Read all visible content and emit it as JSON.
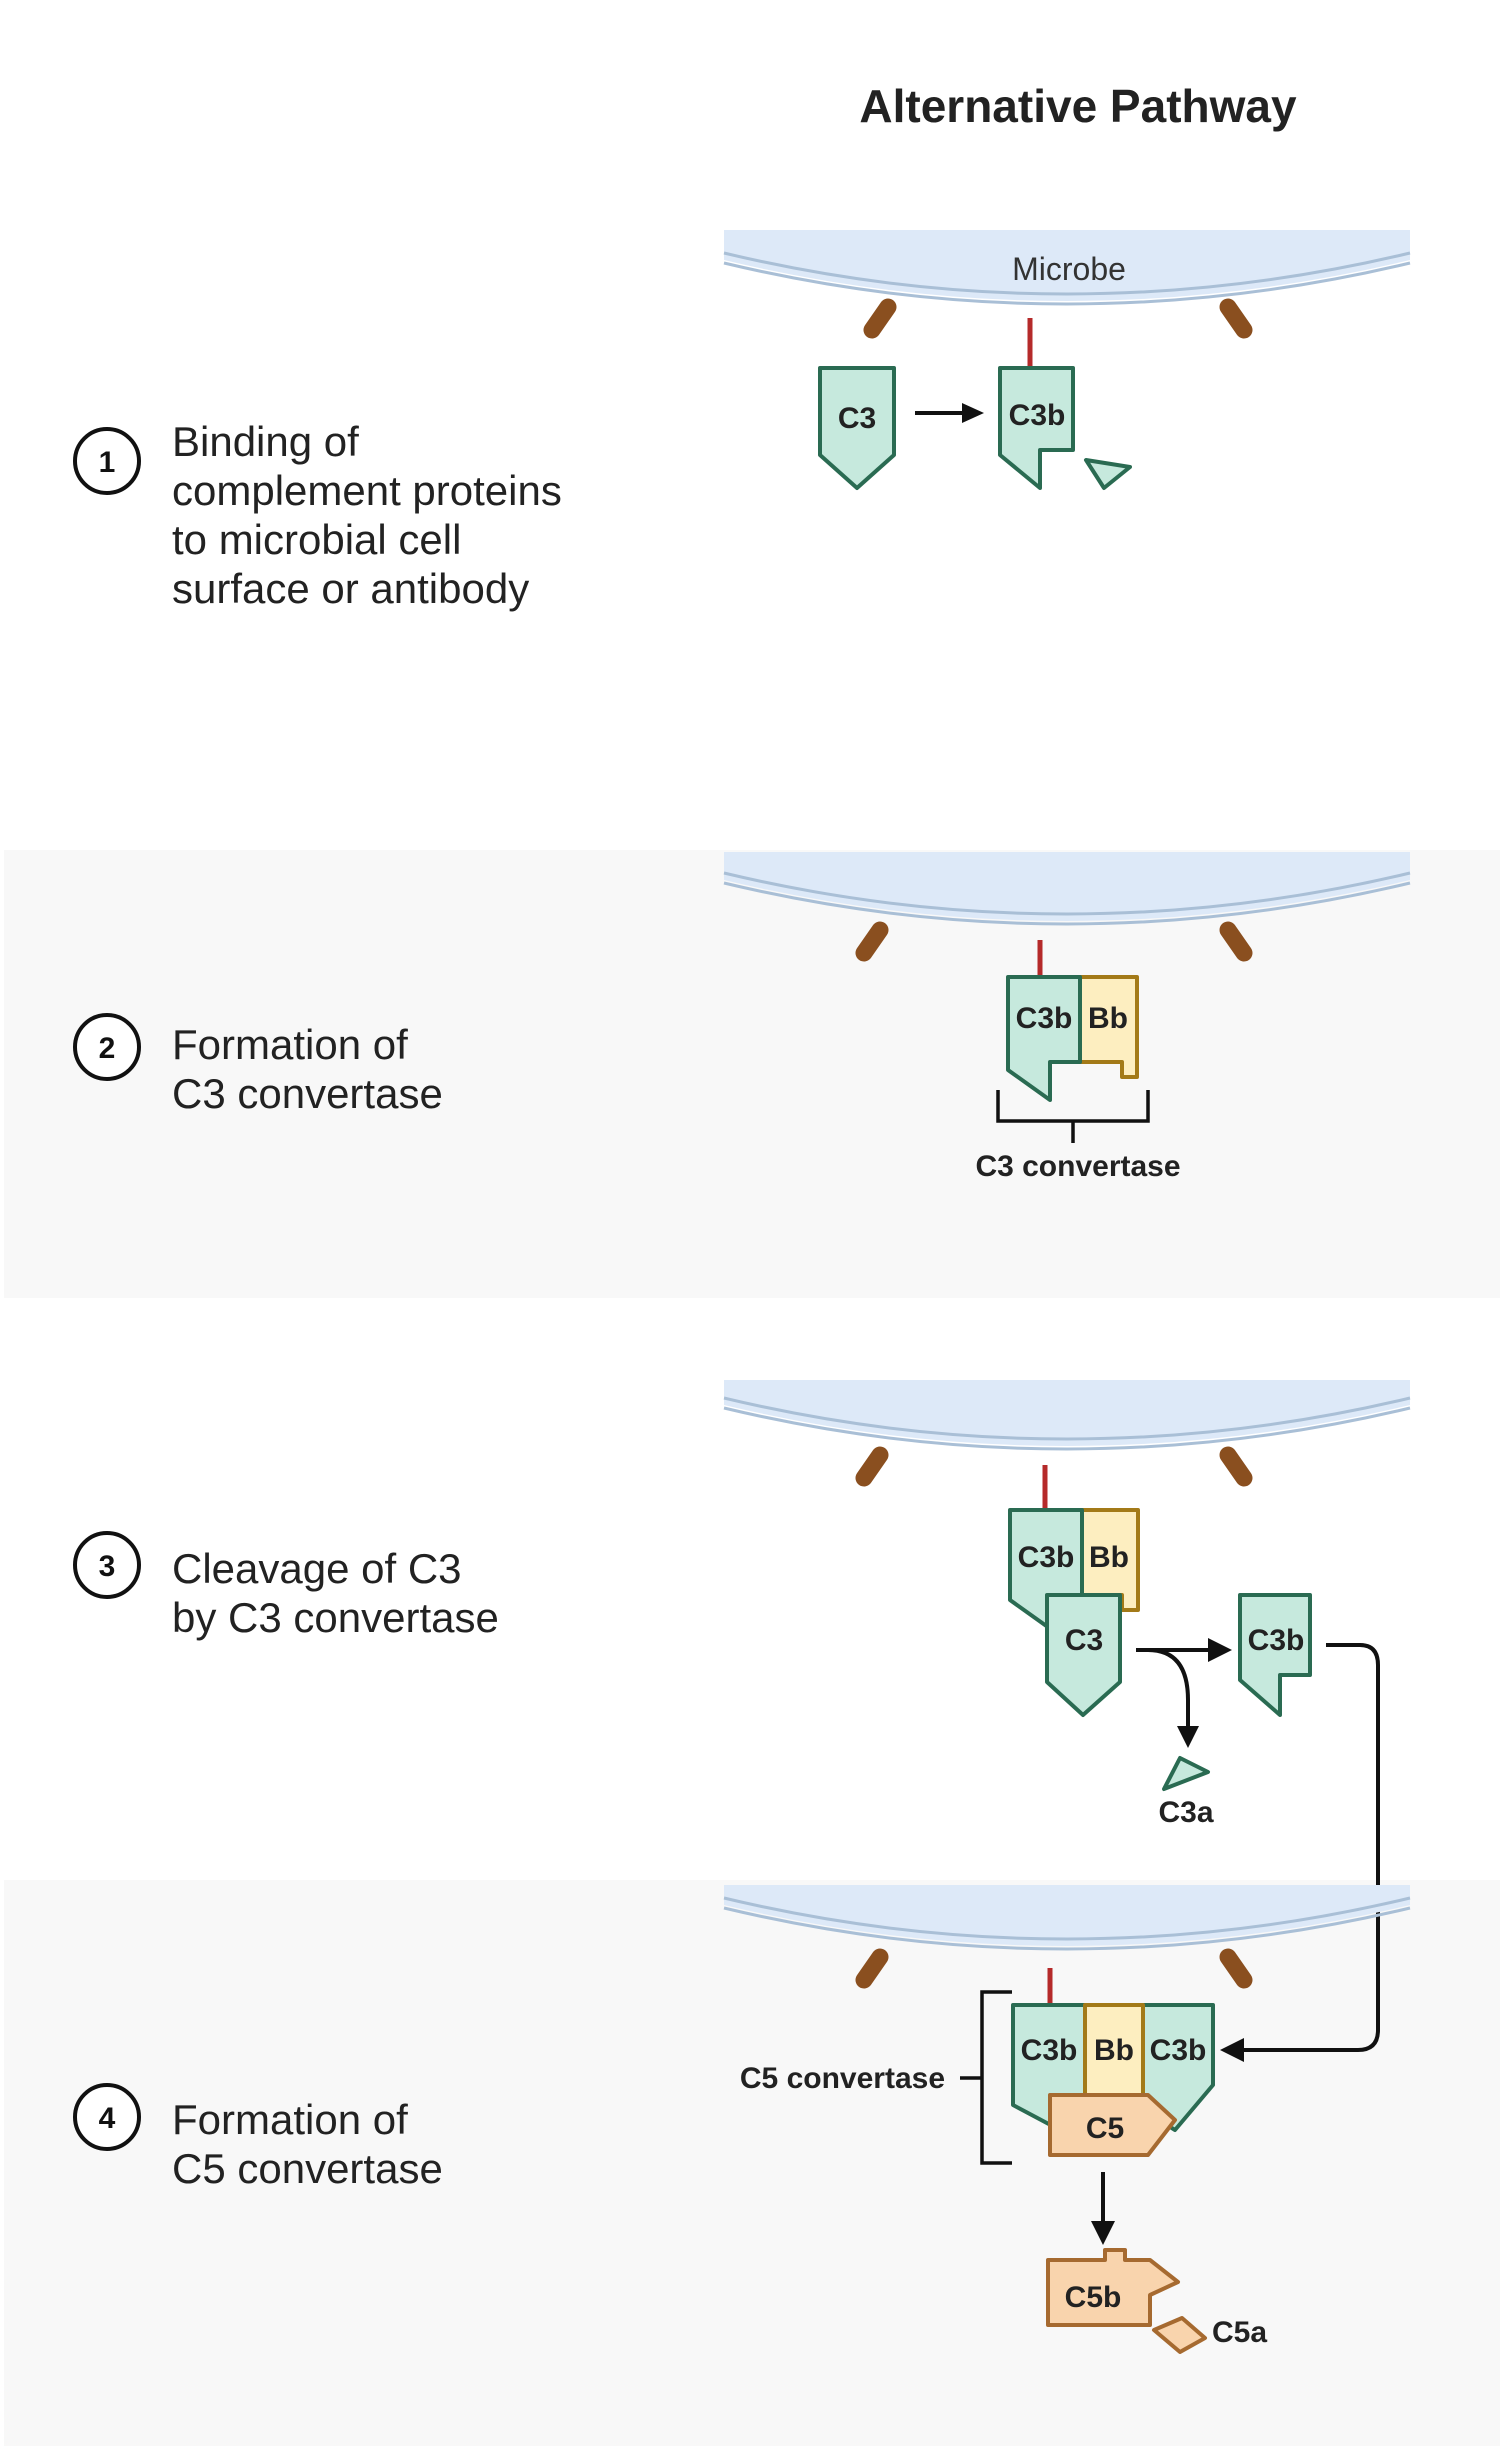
{
  "title": "Alternative Pathway",
  "microbe_label": "Microbe",
  "colors": {
    "background": "#ffffff",
    "band": "#f8f8f8",
    "membrane_fill": "#dde9f8",
    "membrane_line": "#a9bfd6",
    "receptor": "#8a4f1f",
    "anchor": "#b52a2a",
    "c3_fill": "#c6e9dd",
    "c3_stroke": "#2a6b52",
    "bb_fill": "#fdeec0",
    "bb_stroke": "#a37a18",
    "c5_fill": "#f9d4ad",
    "c5_stroke": "#a66a30",
    "text": "#222222"
  },
  "steps": [
    {
      "number": "1",
      "lines": [
        "Binding of",
        "complement proteins",
        "to microbial cell",
        "surface or antibody"
      ]
    },
    {
      "number": "2",
      "lines": [
        "Formation of",
        "C3 convertase"
      ]
    },
    {
      "number": "3",
      "lines": [
        "Cleavage of C3",
        "by C3 convertase"
      ]
    },
    {
      "number": "4",
      "lines": [
        "Formation of",
        "C5 convertase"
      ]
    }
  ],
  "molecules": {
    "c3": "C3",
    "c3b": "C3b",
    "bb": "Bb",
    "c3a": "C3a",
    "c5": "C5",
    "c5b": "C5b",
    "c5a": "C5a"
  },
  "labels": {
    "c3_convertase": "C3 convertase",
    "c5_convertase": "C5 convertase"
  }
}
